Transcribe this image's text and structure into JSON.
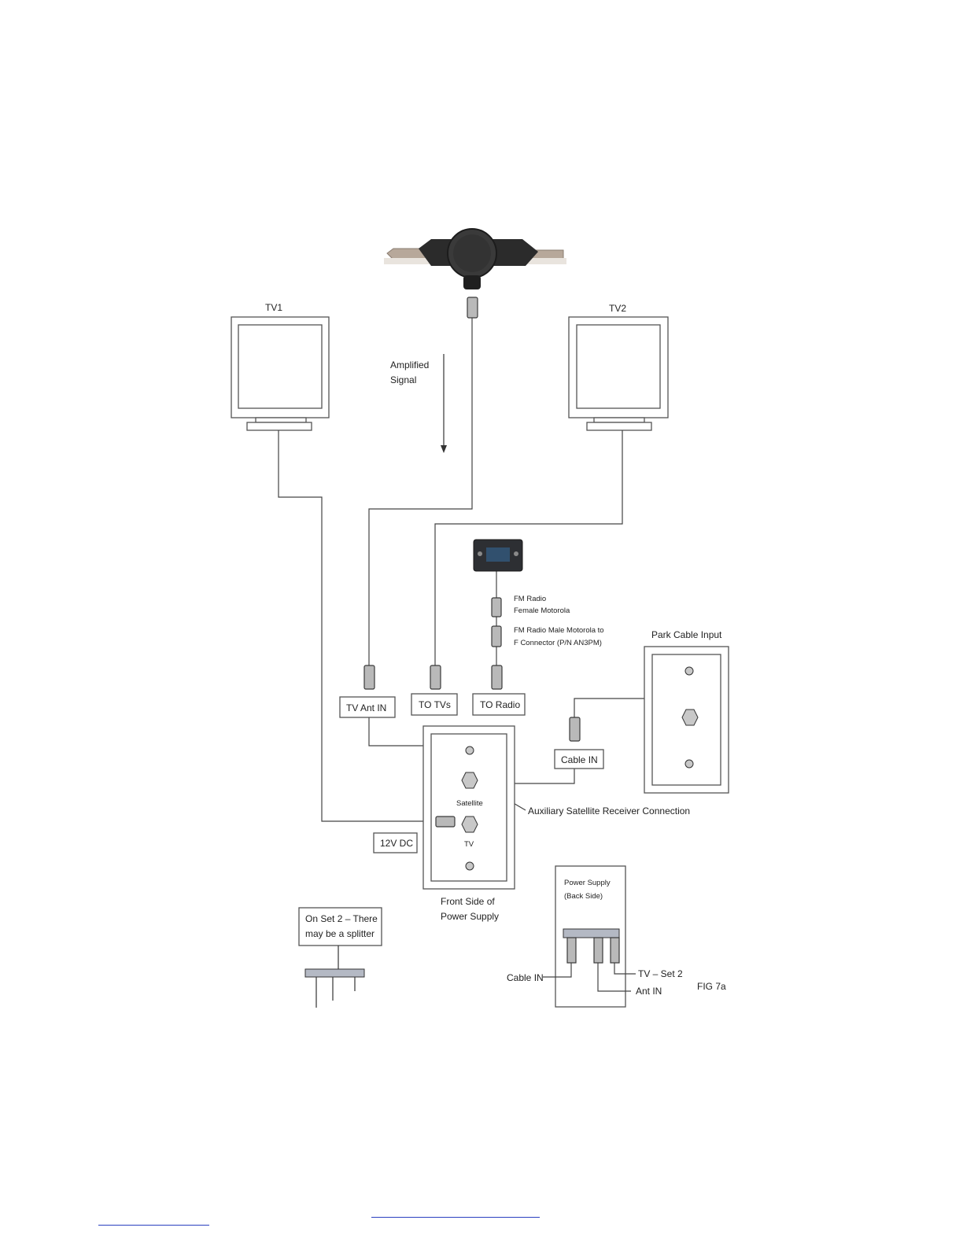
{
  "labels": {
    "tv1": "TV1",
    "tv2": "TV2",
    "amplified": "Amplified",
    "signal": "Signal",
    "fm_radio_1": "FM Radio",
    "fm_radio_2": "Female Motorola",
    "fm_male_1": "FM Radio Male Motorola to",
    "fm_male_2": "F Connector (P/N AN3PM)",
    "park_cable_input": "Park Cable Input",
    "tv_ant_in": "TV Ant IN",
    "to_tvs": "TO TVs",
    "to_radio": "TO Radio",
    "cable_in_box": "Cable IN",
    "satellite": "Satellite",
    "tv": "TV",
    "aux_satellite": "Auxiliary Satellite Receiver Connection",
    "dc12v": "12V DC",
    "front_side_1": "Front Side of",
    "front_side_2": "Power Supply",
    "on_set2_1": "On Set 2 – There",
    "on_set2_2": "may be a splitter",
    "ps_back_1": "Power Supply",
    "ps_back_2": "(Back Side)",
    "cable_in": "Cable IN",
    "tv_set2": "TV – Set 2",
    "ant_in": "Ant IN",
    "fig": "FIG 7a"
  },
  "icons": {
    "antenna": "antenna-icon",
    "radio": "fm-radio-icon",
    "monitor": "tv-monitor-icon"
  },
  "colors": {
    "line": "#444444",
    "plug_fill": "#b9b9b9",
    "link": "#2a3fbf"
  }
}
